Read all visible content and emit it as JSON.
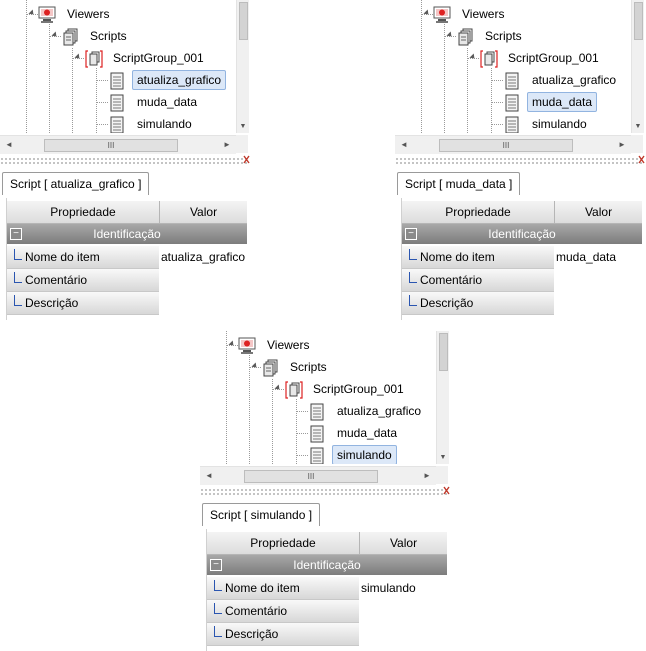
{
  "panels": [
    {
      "tree": {
        "root": "Viewers",
        "folder": "Scripts",
        "group": "ScriptGroup_001",
        "items": [
          "atualiza_grafico",
          "muda_data",
          "simulando"
        ],
        "selected": 0
      },
      "scroll": {
        "thumb_glyph": "III",
        "left_arrow": "◄",
        "right_arrow": "►",
        "down_arrow": "▼"
      },
      "tab_title": "Script [ atualiza_grafico ]",
      "grid": {
        "col_property": "Propriedade",
        "col_value": "Valor",
        "category": "Identificação",
        "collapse_glyph": "−",
        "rows": [
          {
            "name": "Nome do item",
            "value": "atualiza_grafico"
          },
          {
            "name": "Comentário",
            "value": ""
          },
          {
            "name": "Descrição",
            "value": ""
          }
        ]
      }
    },
    {
      "tree": {
        "root": "Viewers",
        "folder": "Scripts",
        "group": "ScriptGroup_001",
        "items": [
          "atualiza_grafico",
          "muda_data",
          "simulando"
        ],
        "selected": 1
      },
      "scroll": {
        "thumb_glyph": "III",
        "left_arrow": "◄",
        "right_arrow": "►",
        "down_arrow": "▼"
      },
      "tab_title": "Script [ muda_data ]",
      "grid": {
        "col_property": "Propriedade",
        "col_value": "Valor",
        "category": "Identificação",
        "collapse_glyph": "−",
        "rows": [
          {
            "name": "Nome do item",
            "value": "muda_data"
          },
          {
            "name": "Comentário",
            "value": ""
          },
          {
            "name": "Descrição",
            "value": ""
          }
        ]
      }
    },
    {
      "tree": {
        "root": "Viewers",
        "folder": "Scripts",
        "group": "ScriptGroup_001",
        "items": [
          "atualiza_grafico",
          "muda_data",
          "simulando"
        ],
        "selected": 2
      },
      "scroll": {
        "thumb_glyph": "III",
        "left_arrow": "◄",
        "right_arrow": "►",
        "down_arrow": "▼"
      },
      "tab_title": "Script [ simulando ]",
      "grid": {
        "col_property": "Propriedade",
        "col_value": "Valor",
        "category": "Identificação",
        "collapse_glyph": "−",
        "rows": [
          {
            "name": "Nome do item",
            "value": "simulando"
          },
          {
            "name": "Comentário",
            "value": ""
          },
          {
            "name": "Descrição",
            "value": ""
          }
        ]
      }
    }
  ],
  "colors": {
    "selection_fill": "#dce8f8",
    "selection_border": "#92b4e0",
    "category_bar": "#8c8c8c",
    "tree_line": "#2a55b0"
  },
  "icons": {
    "root": "viewer-monitor-icon",
    "folder": "scripts-folder-icon",
    "group": "script-group-icon",
    "item": "script-document-icon",
    "splitter_close": "close-icon"
  }
}
